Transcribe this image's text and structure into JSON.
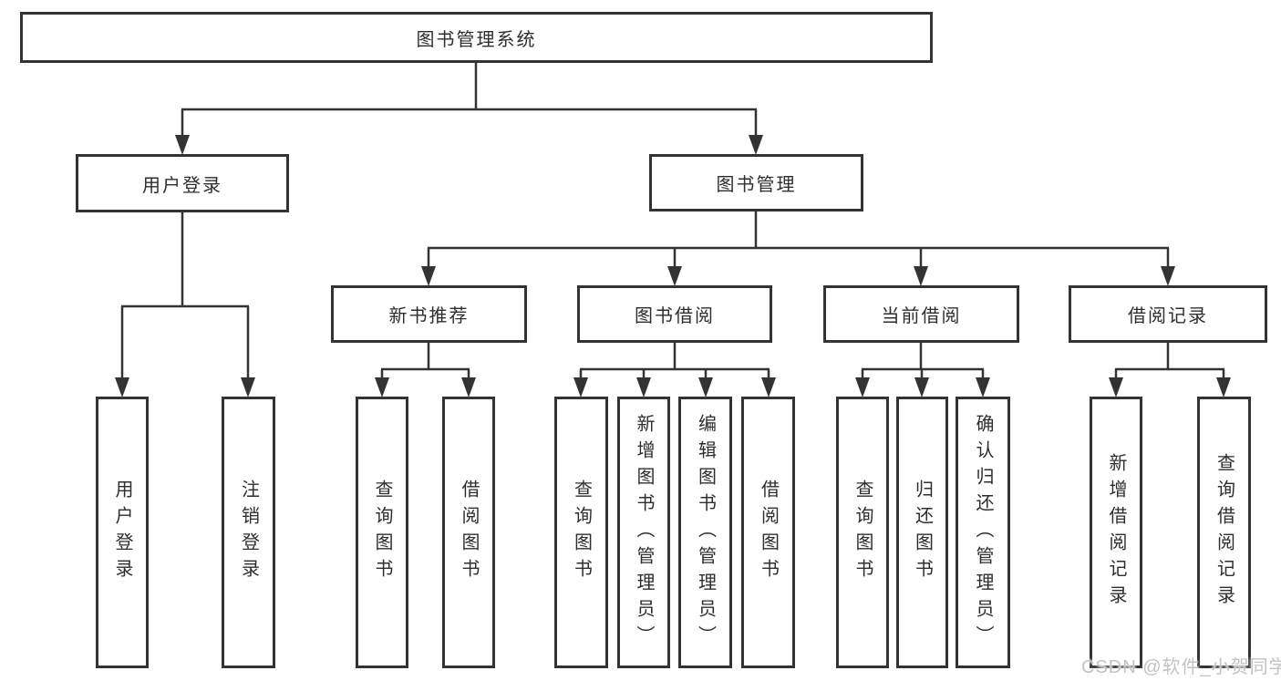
{
  "tree": {
    "root": {
      "label": "图书管理系统",
      "children": [
        {
          "label": "用户登录",
          "children": [
            {
              "label": "用户登录"
            },
            {
              "label": "注销登录"
            }
          ]
        },
        {
          "label": "图书管理",
          "children": [
            {
              "label": "新书推荐",
              "children": [
                {
                  "label": "查询图书"
                },
                {
                  "label": "借阅图书"
                }
              ]
            },
            {
              "label": "图书借阅",
              "children": [
                {
                  "label": "查询图书"
                },
                {
                  "label": "新增图书（管理员）"
                },
                {
                  "label": "编辑图书（管理员）"
                },
                {
                  "label": "借阅图书"
                }
              ]
            },
            {
              "label": "当前借阅",
              "children": [
                {
                  "label": "查询图书"
                },
                {
                  "label": "归还图书"
                },
                {
                  "label": "确认归还（管理员）"
                }
              ]
            },
            {
              "label": "借阅记录",
              "children": [
                {
                  "label": "新增借阅记录"
                },
                {
                  "label": "查询借阅记录"
                }
              ]
            }
          ]
        }
      ]
    }
  },
  "watermark": {
    "text": "CSDN @软件_小贺同学"
  },
  "colors": {
    "line": "#333333",
    "text": "#2e2e2e",
    "watermark": "#c3c3c3",
    "background": "#ffffff"
  }
}
